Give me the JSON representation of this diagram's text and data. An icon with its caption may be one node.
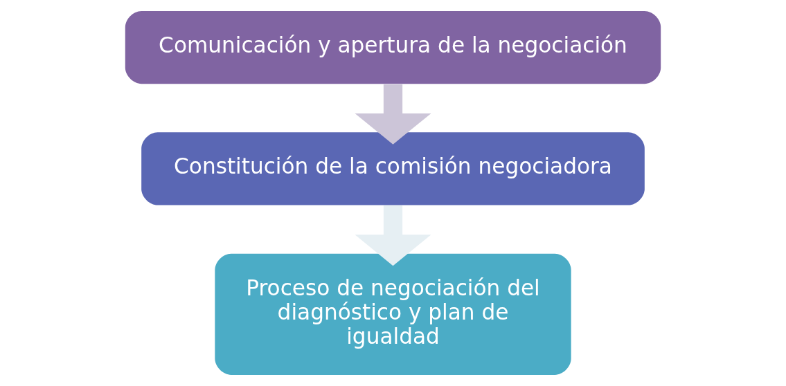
{
  "diagram": {
    "nodes": [
      {
        "text": [
          "Comunicación y apertura de la negociación"
        ]
      },
      {
        "text": [
          "Constitución de la comisión negociadora"
        ]
      },
      {
        "text": [
          "Proceso de negociación del diagnóstico y plan de igualdad"
        ]
      }
    ],
    "edges": [
      {
        "from": 0,
        "to": 1,
        "arrow": "to",
        "color": "#ccc5d8"
      },
      {
        "from": 1,
        "to": 2,
        "arrow": "to",
        "color": "#e6eff3"
      }
    ]
  }
}
